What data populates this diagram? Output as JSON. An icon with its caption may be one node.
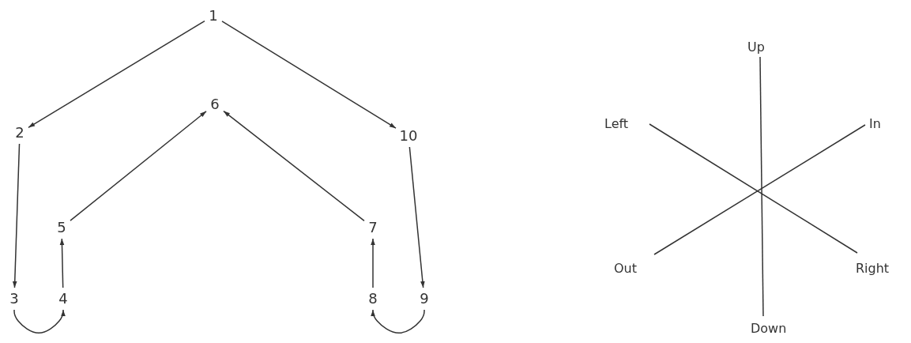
{
  "diagram": {
    "nodes": [
      {
        "text": [
          "1"
        ]
      },
      {
        "text": [
          "2"
        ]
      },
      {
        "text": [
          "3"
        ]
      },
      {
        "text": [
          "4"
        ]
      },
      {
        "text": [
          "5"
        ]
      },
      {
        "text": [
          "6"
        ]
      },
      {
        "text": [
          "7"
        ]
      },
      {
        "text": [
          "8"
        ]
      },
      {
        "text": [
          "9"
        ]
      },
      {
        "text": [
          "10"
        ]
      }
    ],
    "edges": [
      {
        "from": 0,
        "to": 1,
        "arrow": "to"
      },
      {
        "from": 0,
        "to": 9,
        "arrow": "to"
      },
      {
        "from": 1,
        "to": 2,
        "arrow": "to"
      },
      {
        "from": 2,
        "to": 3,
        "arrow": "to"
      },
      {
        "from": 3,
        "to": 4,
        "arrow": "to"
      },
      {
        "from": 4,
        "to": 5,
        "arrow": "to"
      },
      {
        "from": 6,
        "to": 5,
        "arrow": "to"
      },
      {
        "from": 7,
        "to": 6,
        "arrow": "to"
      },
      {
        "from": 8,
        "to": 7,
        "arrow": "to"
      },
      {
        "from": 9,
        "to": 8,
        "arrow": "to"
      }
    ],
    "labels": [
      "Up",
      "Left",
      "In",
      "Out",
      "Right",
      "Down"
    ]
  }
}
